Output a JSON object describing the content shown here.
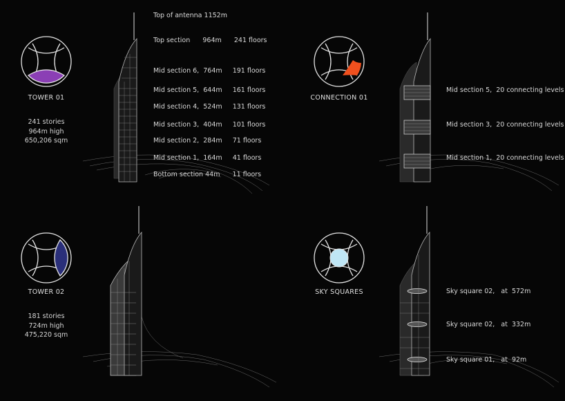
{
  "tower01": {
    "caption": "TOWER 01",
    "stats": [
      "241 stories",
      "964m high",
      "650,206 sqm"
    ],
    "highlight_color": "#8b3fb5",
    "labels": [
      "Top of antenna 1152m",
      "Top section      964m      241 floors",
      "Mid section 6,  764m     191 floors",
      "Mid section 5,  644m     161 floors",
      "Mid section 4,  524m     131 floors",
      "Mid section 3,  404m     101 floors",
      "Mid section 2,  284m     71 floors",
      "Mid section 1,  164m     41 floors",
      "Bottom section 44m      11 floors"
    ]
  },
  "connection01": {
    "caption": "CONNECTION 01",
    "highlight_color": "#f0501e",
    "labels": [
      "Mid section 5,  20 connecting levels",
      "Mid section 3,  20 connecting levels",
      "Mid section 1,  20 connecting levels"
    ]
  },
  "tower02": {
    "caption": "TOWER 02",
    "stats": [
      "181 stories",
      "724m high",
      "475,220 sqm"
    ],
    "highlight_color": "#2a2f7a"
  },
  "skysquares": {
    "caption": "SKY SQUARES",
    "highlight_color": "#bfe6f5",
    "labels": [
      "Sky square 02,   at  572m",
      "Sky square 02,   at  332m",
      "Sky square 01,   at  92m"
    ]
  }
}
